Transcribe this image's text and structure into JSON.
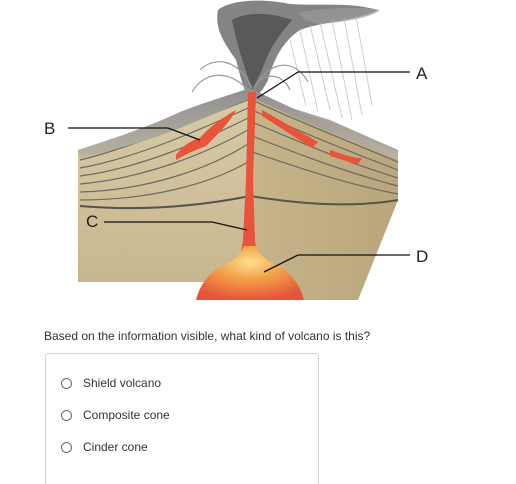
{
  "diagram": {
    "labels": {
      "a": "A",
      "b": "B",
      "c": "C",
      "d": "D"
    },
    "colors": {
      "lava": "#e8533a",
      "magma_glow": "#f7c35b",
      "ground": "#cfc1a0",
      "ash": "#6e6e6e"
    }
  },
  "question": {
    "text": "Based on the information visible, what kind of volcano is this?",
    "options": [
      "Shield volcano",
      "Composite cone",
      "Cinder cone"
    ],
    "selected": null
  }
}
